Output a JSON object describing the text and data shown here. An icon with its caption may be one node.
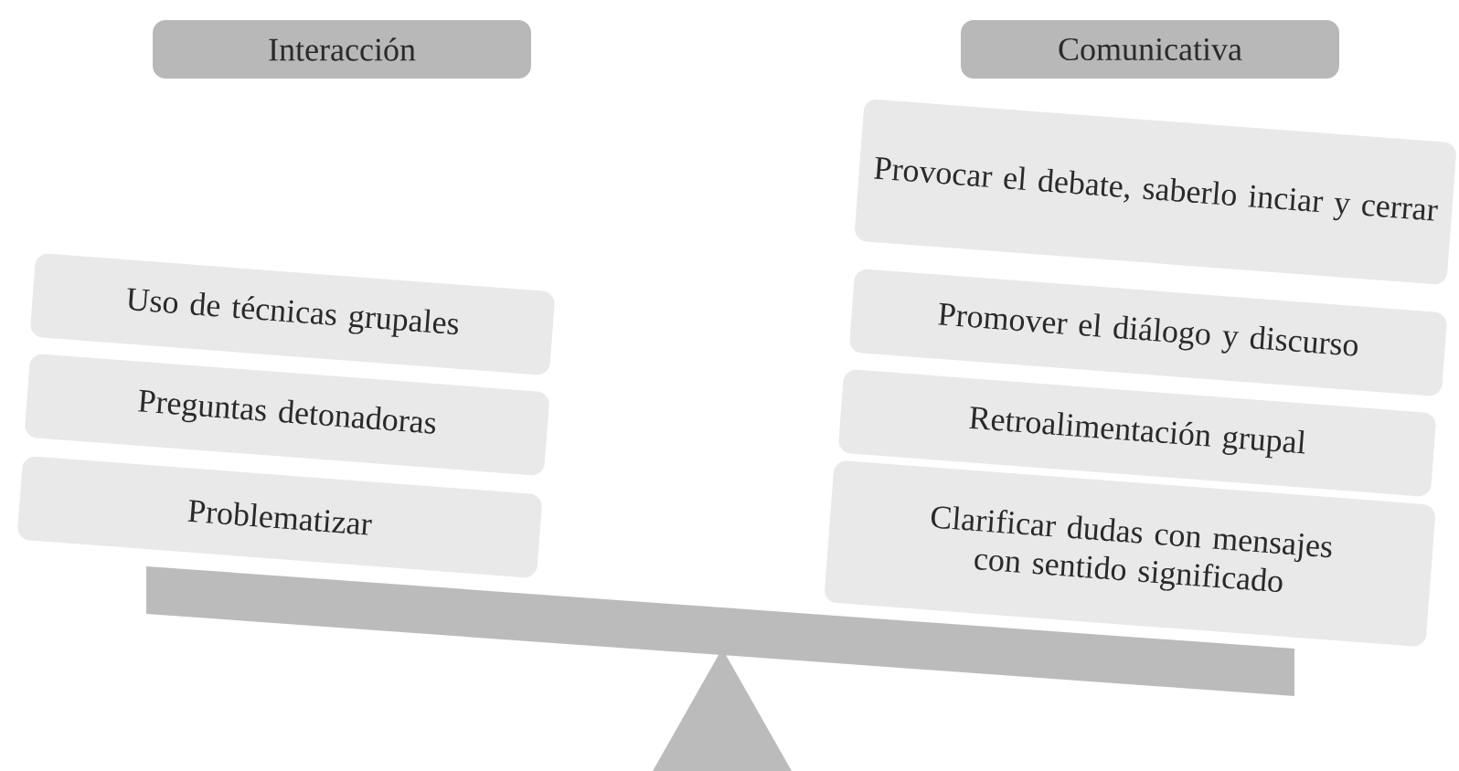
{
  "diagram": {
    "nodes": [
      {
        "text": [
          "Interacción"
        ]
      },
      {
        "text": [
          "Comunicativa"
        ]
      },
      {
        "text": [
          "Uso de técnicas grupales"
        ]
      },
      {
        "text": [
          "Preguntas detonadoras"
        ]
      },
      {
        "text": [
          "Problematizar"
        ]
      },
      {
        "text": [
          "Provocar el debate, saberlo inciar y cerrar"
        ]
      },
      {
        "text": [
          "Promover el diálogo y discurso"
        ]
      },
      {
        "text": [
          "Retroalimentación grupal"
        ]
      },
      {
        "text": [
          "Clarificar dudas con mensajes con sentido  significado"
        ]
      }
    ]
  }
}
